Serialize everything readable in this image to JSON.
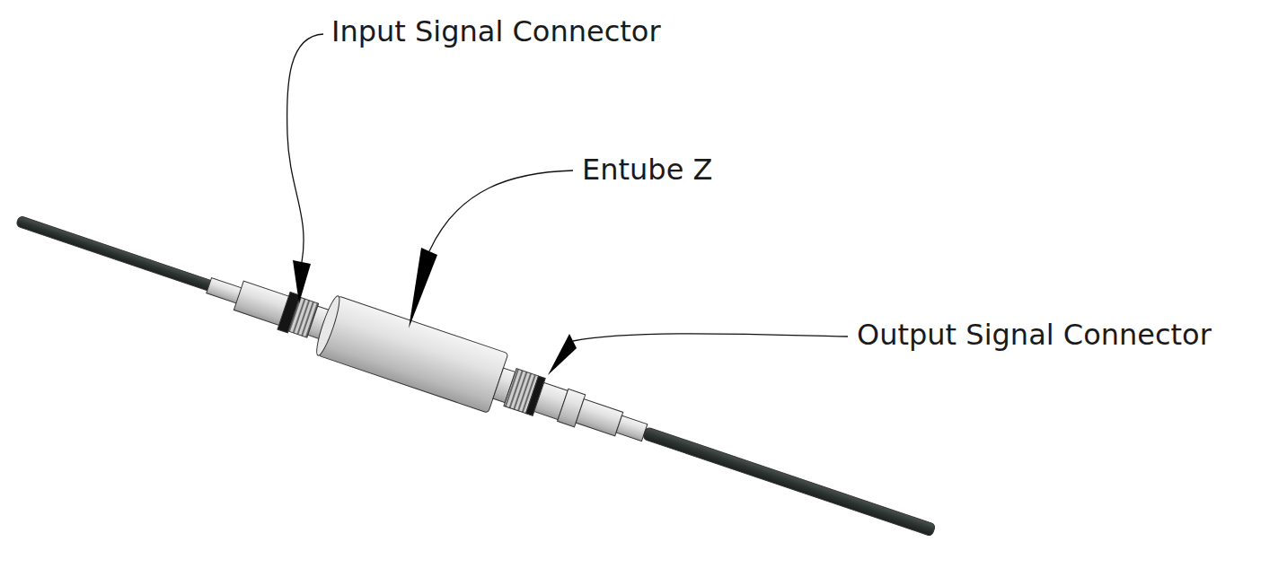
{
  "diagram": {
    "labels": [
      "Input Signal Connector",
      "Entube Z",
      "Output Signal Connector"
    ]
  }
}
